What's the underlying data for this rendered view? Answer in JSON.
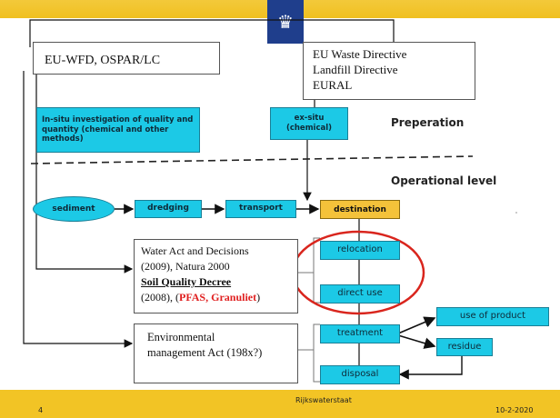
{
  "header": {
    "logo": "♛"
  },
  "sources": {
    "left": "EU-WFD, OSPAR/LC",
    "right": [
      "EU Waste Directive",
      "Landfill Directive",
      "EURAL"
    ]
  },
  "preparation": {
    "insitu": "In-situ investigation of quality and quantity (chemical and other methods)",
    "exsitu": "ex-situ (chemical)",
    "label": "Preperation"
  },
  "operational": {
    "label": "Operational level",
    "chain": [
      "sediment",
      "dredging",
      "transport",
      "destination"
    ]
  },
  "legal": {
    "water": {
      "line1": "Water Act and Decisions",
      "line2": "(2009), Natura 2000",
      "line3": "Soil Quality Decree",
      "line4a": "(2008), (",
      "line4b": "PFAS, Granuliet",
      "line4c": ")"
    },
    "env": [
      "Environmental",
      "management Act (198x?)"
    ]
  },
  "outcomes": {
    "relocation": "relocation",
    "direct_use": "direct use",
    "treatment": "treatment",
    "disposal": "disposal",
    "use_of_product": "use of product",
    "residue": "residue"
  },
  "footer": {
    "page": "4",
    "org": "Rijkswaterstaat",
    "date": "10-2-2020"
  },
  "colors": {
    "cyan": "#1cc9e6",
    "yellow": "#f2c425",
    "highlight": "#e02020",
    "logo_blue": "#1f3e8c"
  }
}
